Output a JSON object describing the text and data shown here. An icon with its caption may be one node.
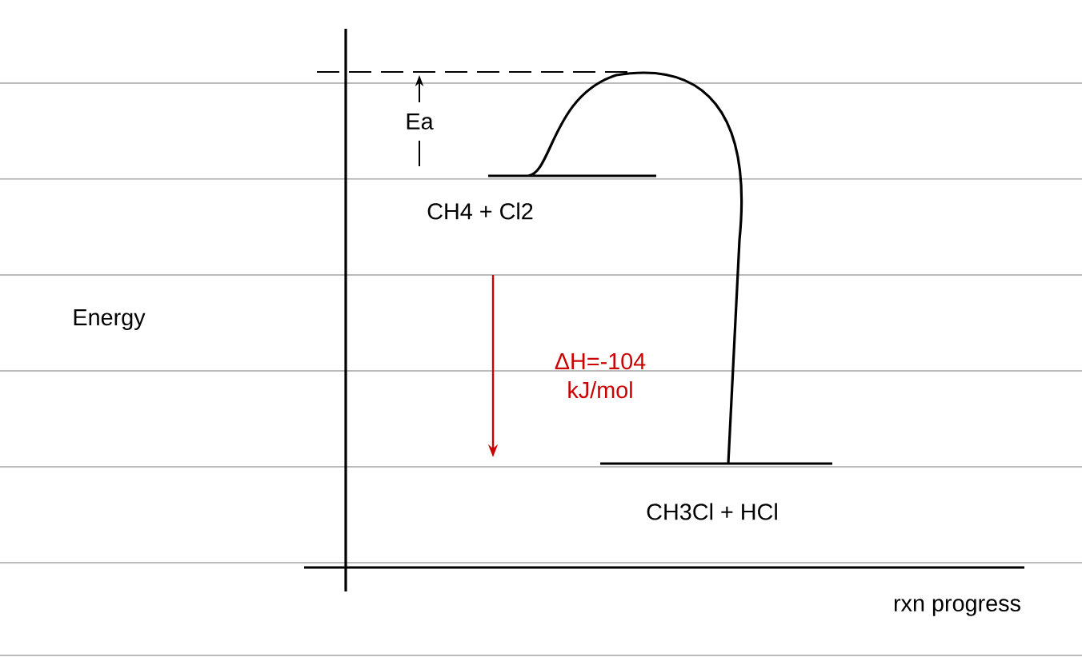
{
  "diagram": {
    "labels": [
      "Ea",
      "CH4 + Cl2",
      "Energy",
      "ΔH=-104 kJ/mol",
      "CH3Cl + HCl",
      "rxn progress"
    ]
  }
}
